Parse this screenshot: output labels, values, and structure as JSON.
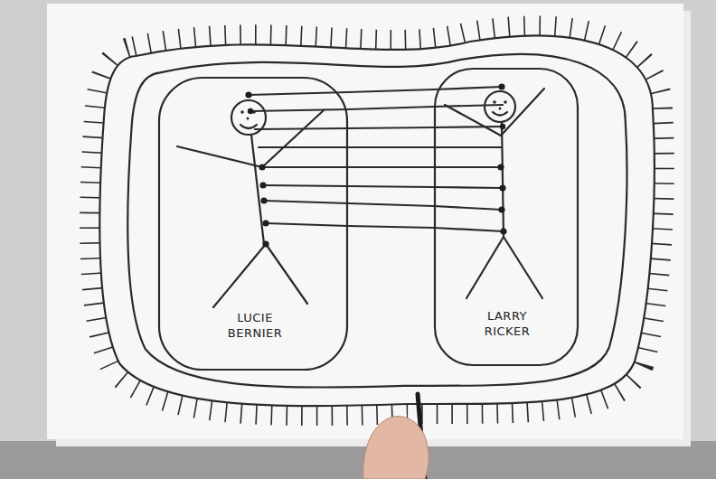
{
  "diagram": {
    "nodes": [
      {
        "text": [
          "LUCIE BERNIER"
        ]
      },
      {
        "text": [
          "LARRY RICKER"
        ]
      }
    ],
    "edges": [
      {
        "from": 0,
        "to": 1,
        "arrow": "none"
      },
      {
        "from": 0,
        "to": 1,
        "arrow": "none"
      },
      {
        "from": 0,
        "to": 1,
        "arrow": "none"
      },
      {
        "from": 0,
        "to": 1,
        "arrow": "none"
      },
      {
        "from": 0,
        "to": 1,
        "arrow": "none"
      },
      {
        "from": 0,
        "to": 1,
        "arrow": "none"
      },
      {
        "from": 0,
        "to": 1,
        "arrow": "none"
      },
      {
        "from": 0,
        "to": 1,
        "arrow": "none"
      }
    ]
  }
}
